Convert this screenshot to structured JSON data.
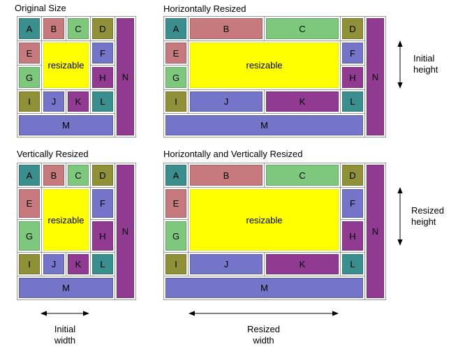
{
  "palette": {
    "teal": "#3b8e8e",
    "rose": "#c67a7e",
    "green": "#7dc87d",
    "olive": "#8f9037",
    "periwinkle": "#7474c9",
    "purple": "#913a92",
    "yellow": "#ffff00",
    "grid": "#9a9a9a",
    "text": "#000000",
    "background": "#ffffff"
  },
  "panels": {
    "original": {
      "title": "Original Size"
    },
    "horizontal": {
      "title": "Horizontally Resized"
    },
    "vertical": {
      "title": "Vertically Resized"
    },
    "both": {
      "title": "Horizontally and Vertically Resized"
    }
  },
  "cells": {
    "a": "A",
    "b": "B",
    "c": "C",
    "d": "D",
    "e": "E",
    "f": "F",
    "g": "G",
    "h": "H",
    "i": "I",
    "j": "J",
    "k": "K",
    "l": "L",
    "m": "M",
    "n": "N",
    "resizable": "resizable"
  },
  "annotations": {
    "initial_height": [
      "Initial",
      "height"
    ],
    "resized_height": [
      "Resized",
      "height"
    ],
    "initial_width": [
      "Initial",
      "width"
    ],
    "resized_width": [
      "Resized",
      "width"
    ]
  }
}
